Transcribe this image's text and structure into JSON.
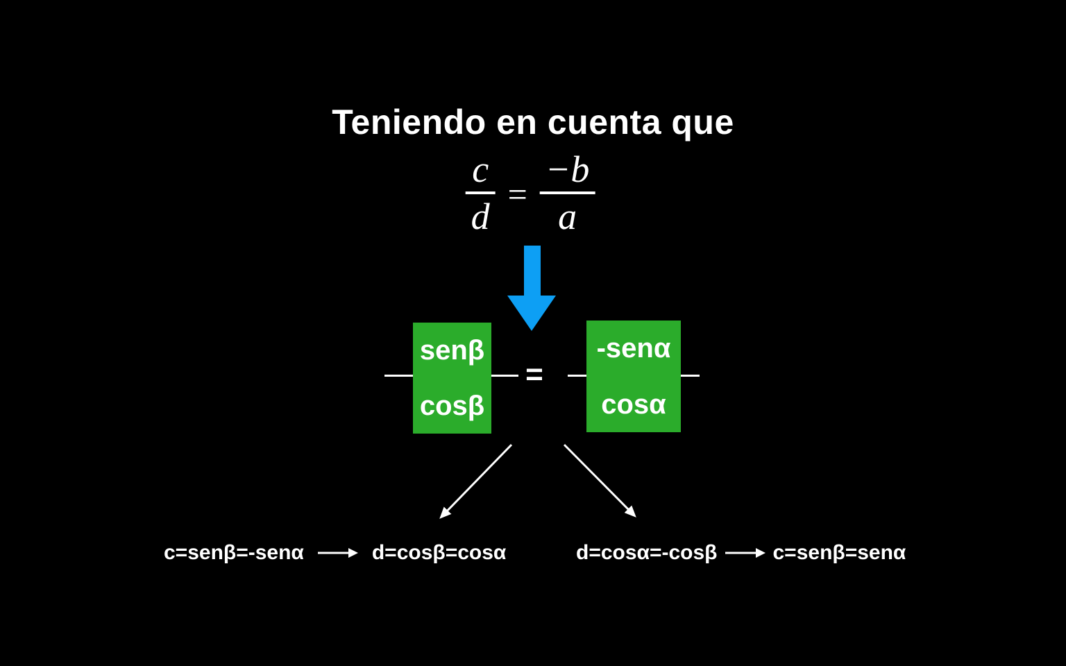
{
  "title": "Teniendo en cuenta que",
  "given_equation": {
    "lhs_numerator": "c",
    "lhs_denominator": "d",
    "equals": "=",
    "rhs_numerator": "−b",
    "rhs_denominator": "a"
  },
  "identity_equation": {
    "lhs": {
      "numerator": "senβ",
      "denominator": "cosβ"
    },
    "equals": "=",
    "rhs": {
      "numerator": "-senα",
      "denominator": "cosα"
    }
  },
  "conclusions": {
    "left": {
      "from": "c=senβ=-senα",
      "to": "d=cosβ=cosα"
    },
    "right": {
      "from": "d=cosα=-cosβ",
      "to": "c=senβ=senα"
    }
  },
  "icons": {
    "down_arrow": "solid-down-arrow",
    "left_diagonal_arrow": "thin-arrow-down-left",
    "right_diagonal_arrow": "thin-arrow-down-right",
    "implies_arrow": "thin-arrow-right"
  },
  "colors": {
    "background": "#000000",
    "highlight_green": "#2BAC2B",
    "arrow_blue": "#0D9FF4",
    "text_white": "#FFFFFF"
  }
}
